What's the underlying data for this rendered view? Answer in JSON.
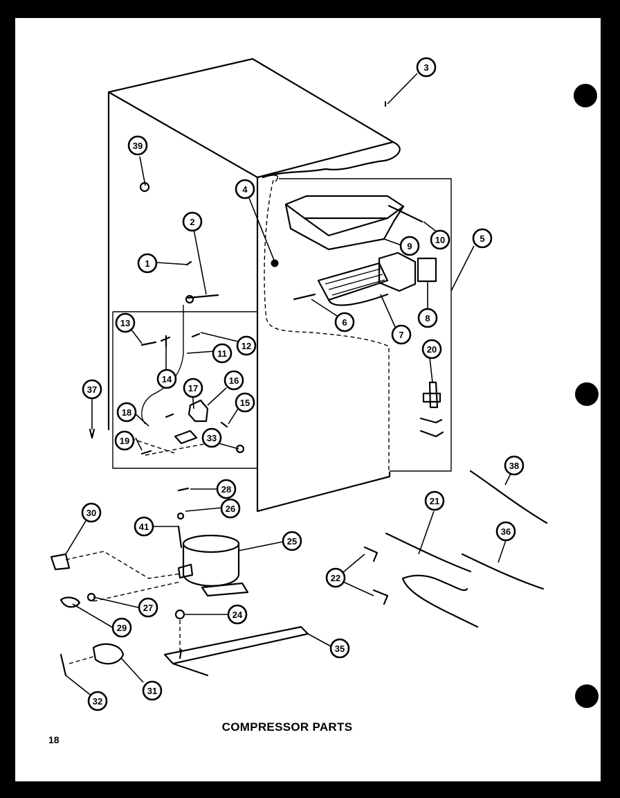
{
  "title": "COMPRESSOR PARTS",
  "page_number": "18",
  "callouts": [
    "1",
    "2",
    "3",
    "4",
    "5",
    "6",
    "7",
    "8",
    "9",
    "10",
    "11",
    "12",
    "13",
    "14",
    "15",
    "16",
    "17",
    "18",
    "19",
    "20",
    "21",
    "22",
    "24",
    "25",
    "26",
    "27",
    "28",
    "29",
    "30",
    "31",
    "32",
    "33",
    "35",
    "36",
    "37",
    "38",
    "39",
    "41"
  ]
}
